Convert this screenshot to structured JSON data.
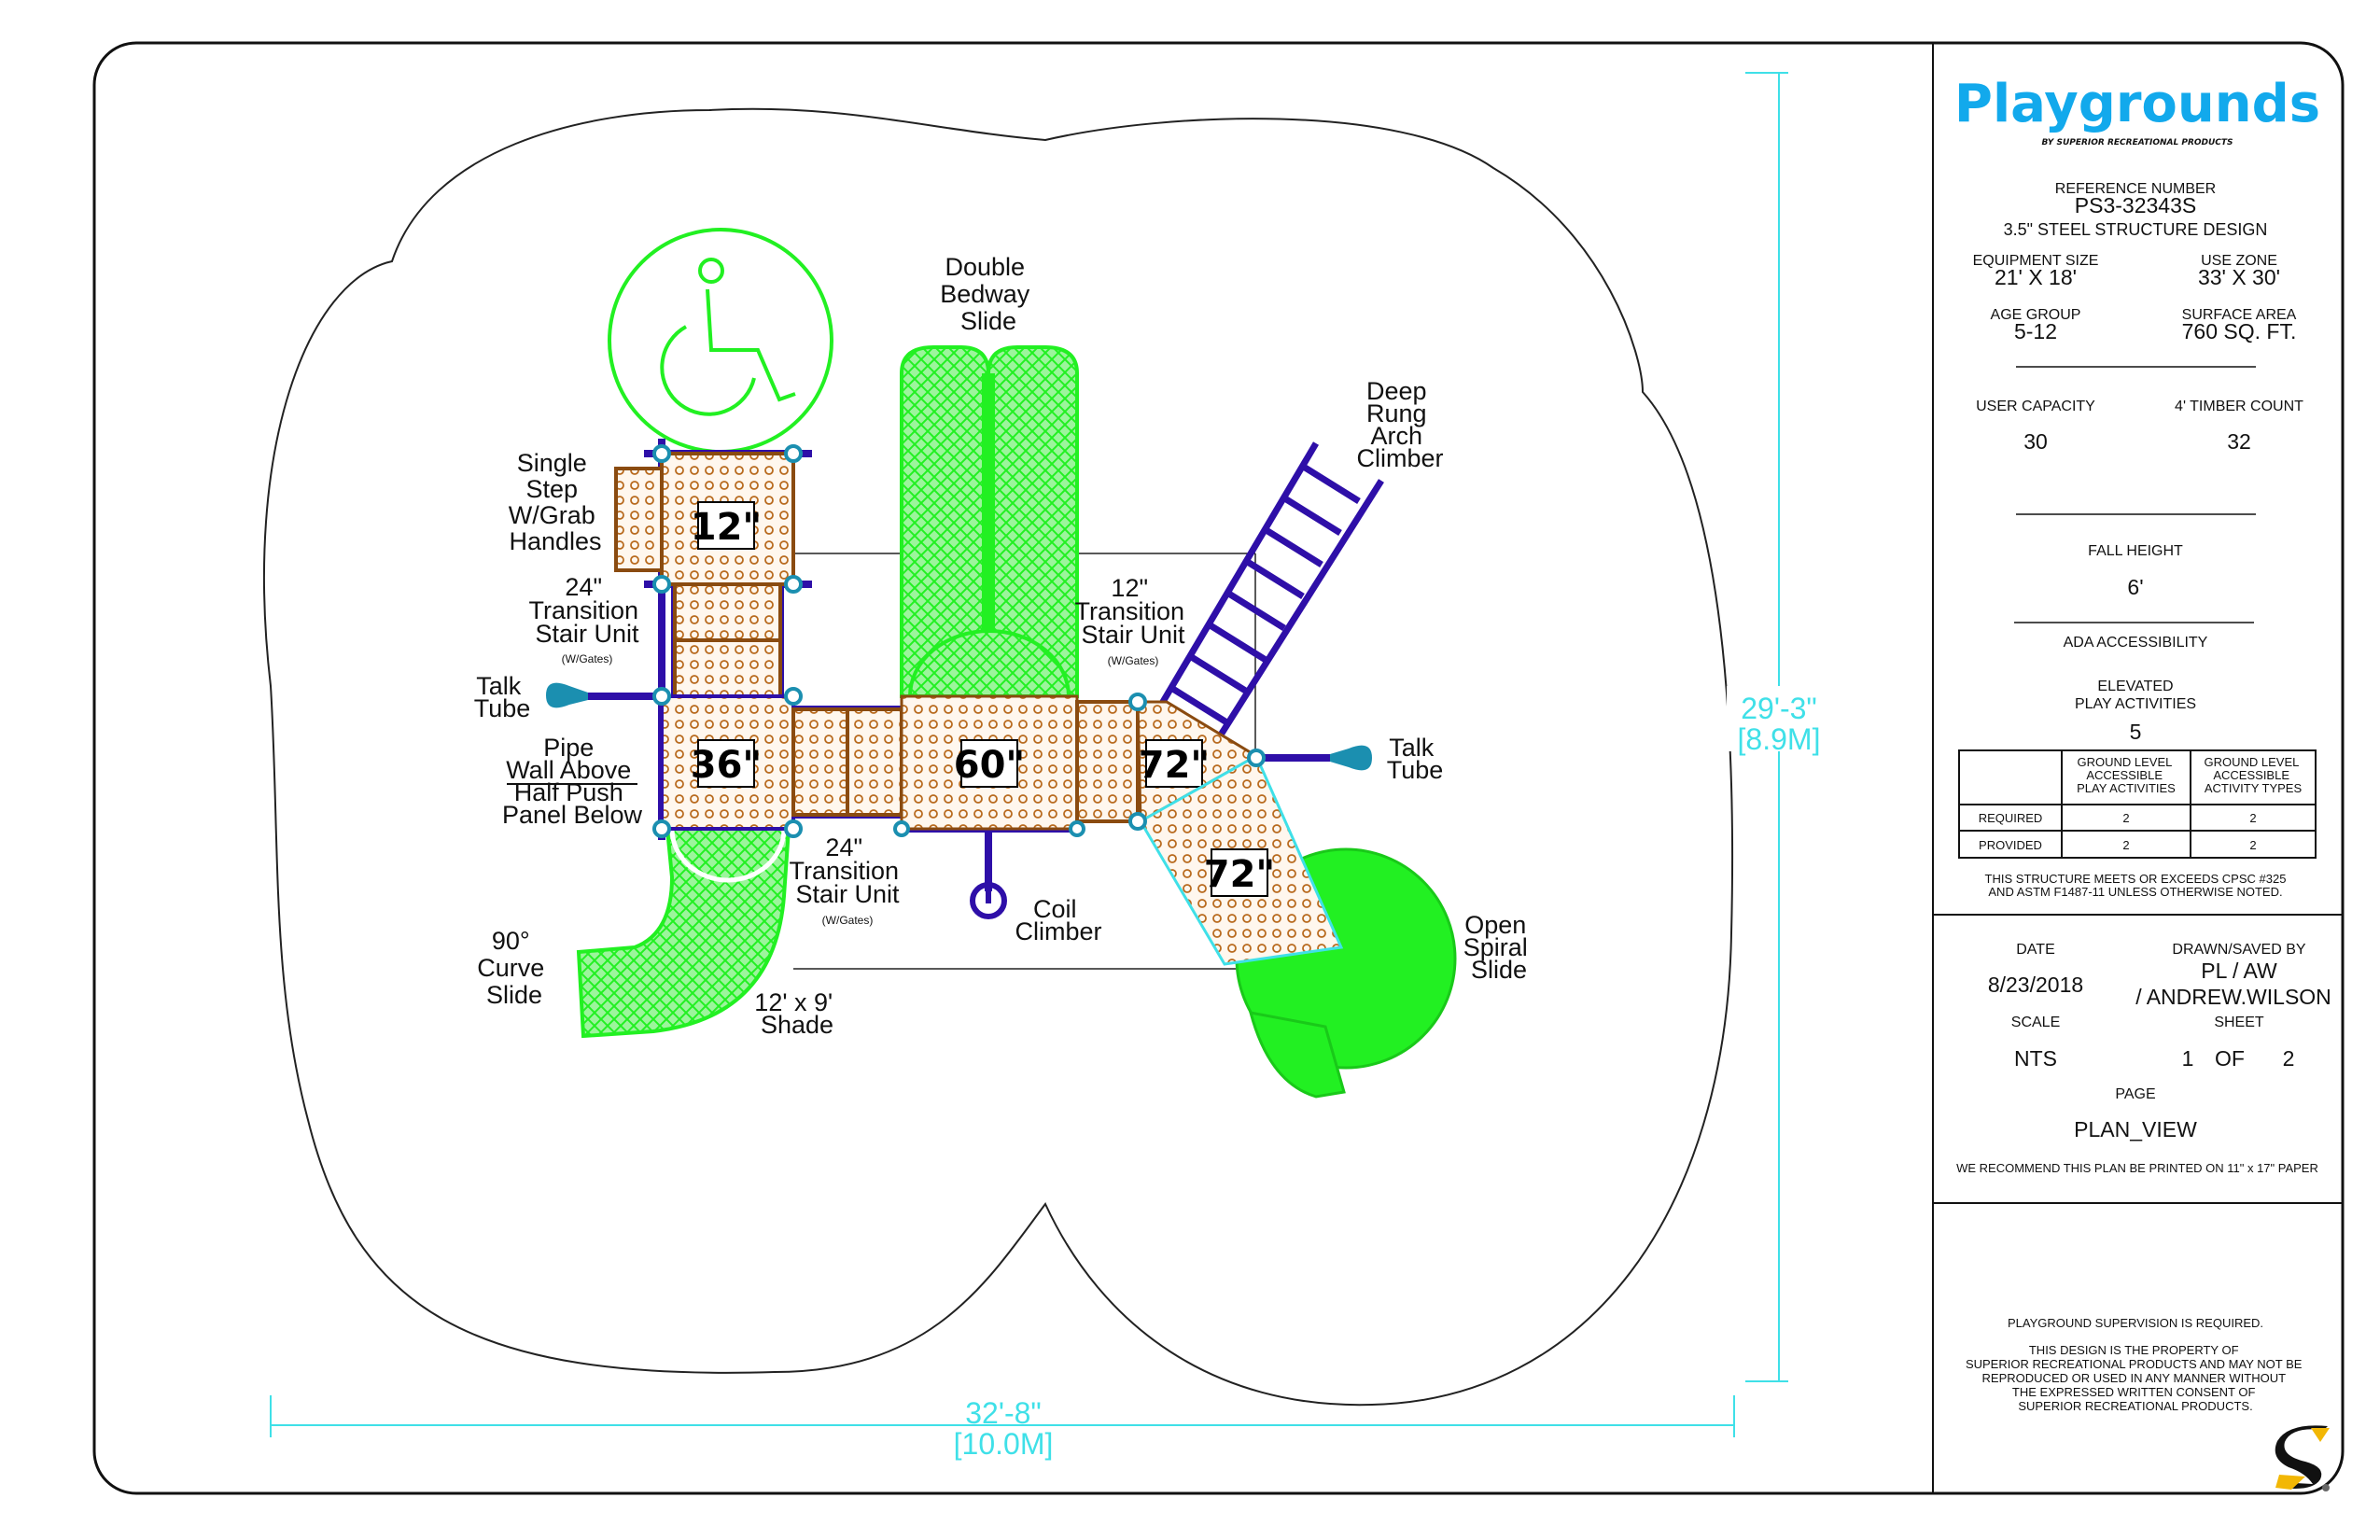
{
  "drawing": {
    "decks": [
      "12\"",
      "36\"",
      "60\"",
      "72\"",
      "72\""
    ],
    "labels": {
      "double_bedway_slide": [
        "Double",
        "Bedway",
        "Slide"
      ],
      "arch_climber": [
        "Deep",
        "Rung",
        "Arch",
        "Climber"
      ],
      "single_step": [
        "Single",
        "Step",
        "W/Grab",
        "Handles"
      ],
      "stair_24_upper": [
        "24\"",
        "Transition",
        "Stair Unit"
      ],
      "stair_24_upper_note": "(W/Gates)",
      "stair_12": [
        "12\"",
        "Transition",
        "Stair Unit"
      ],
      "stair_12_note": "(W/Gates)",
      "talk_tube_left": [
        "Talk",
        "Tube"
      ],
      "talk_tube_right": [
        "Talk",
        "Tube"
      ],
      "pipe_wall": [
        "Pipe",
        "Wall Above",
        "Half Push",
        "Panel Below"
      ],
      "stair_24_lower": [
        "24\"",
        "Transition",
        "Stair Unit"
      ],
      "stair_24_lower_note": "(W/Gates)",
      "coil_climber": [
        "Coil",
        "Climber"
      ],
      "curve_slide": [
        "90°",
        "Curve",
        "Slide"
      ],
      "shade": [
        "12' x 9'",
        "Shade"
      ],
      "spiral_slide": [
        "Open",
        "Spiral",
        "Slide"
      ]
    },
    "dimensions": {
      "width_imperial": "32'-8\"",
      "width_metric": "[10.0M]",
      "height_imperial": "29'-3\"",
      "height_metric": "[8.9M]"
    },
    "colors": {
      "slide": "#22f022",
      "frame": "#2e0fa8",
      "deck_hole": "#b86a1e",
      "dimension": "#3fe0e8",
      "talk_tube": "#1b8fb0"
    }
  },
  "title_block": {
    "logo": "Playgrounds",
    "logo_sub": "BY SUPERIOR RECREATIONAL PRODUCTS",
    "reference_label": "REFERENCE NUMBER",
    "reference_number": "PS3-32343S",
    "design": "3.5\" STEEL STRUCTURE DESIGN",
    "equipment_size_label": "EQUIPMENT SIZE",
    "equipment_size": "21' X 18'",
    "use_zone_label": "USE ZONE",
    "use_zone": "33' X 30'",
    "age_group_label": "AGE GROUP",
    "age_group": "5-12",
    "surface_area_label": "SURFACE AREA",
    "surface_area": "760 SQ. FT.",
    "user_capacity_label": "USER CAPACITY",
    "user_capacity": "30",
    "timber_count_label": "4' TIMBER COUNT",
    "timber_count": "32",
    "fall_height_label": "FALL HEIGHT",
    "fall_height": "6'",
    "ada_label": "ADA ACCESSIBILITY",
    "elevated_label": [
      "ELEVATED",
      "PLAY ACTIVITIES"
    ],
    "elevated_value": "5",
    "ada_table": {
      "headers": [
        [
          "GROUND LEVEL",
          "ACCESSIBLE",
          "PLAY ACTIVITIES"
        ],
        [
          "GROUND LEVEL",
          "ACCESSIBLE",
          "ACTIVITY TYPES"
        ]
      ],
      "rows": [
        {
          "label": "REQUIRED",
          "values": [
            "2",
            "2"
          ]
        },
        {
          "label": "PROVIDED",
          "values": [
            "2",
            "2"
          ]
        }
      ]
    },
    "compliance": [
      "THIS STRUCTURE MEETS OR EXCEEDS CPSC #325",
      "AND ASTM F1487-11 UNLESS OTHERWISE NOTED."
    ],
    "date_label": "DATE",
    "date": "8/23/2018",
    "drawn_label": "DRAWN/SAVED BY",
    "drawn_by": [
      "PL / AW",
      "/ ANDREW.WILSON"
    ],
    "scale_label": "SCALE",
    "scale": "NTS",
    "sheet_label": "SHEET",
    "sheet_num": "1",
    "sheet_of": "OF",
    "sheet_total": "2",
    "page_label": "PAGE",
    "page": "PLAN_VIEW",
    "print_note": "WE RECOMMEND THIS PLAN BE PRINTED ON 11\" x 17\" PAPER",
    "supervision": "PLAYGROUND SUPERVISION IS REQUIRED.",
    "property": [
      "THIS DESIGN IS THE PROPERTY OF",
      "SUPERIOR RECREATIONAL PRODUCTS AND MAY NOT BE",
      "REPRODUCED OR USED IN ANY MANNER WITHOUT",
      "THE EXPRESSED WRITTEN CONSENT OF",
      "SUPERIOR RECREATIONAL PRODUCTS."
    ],
    "s_logo": "S"
  }
}
